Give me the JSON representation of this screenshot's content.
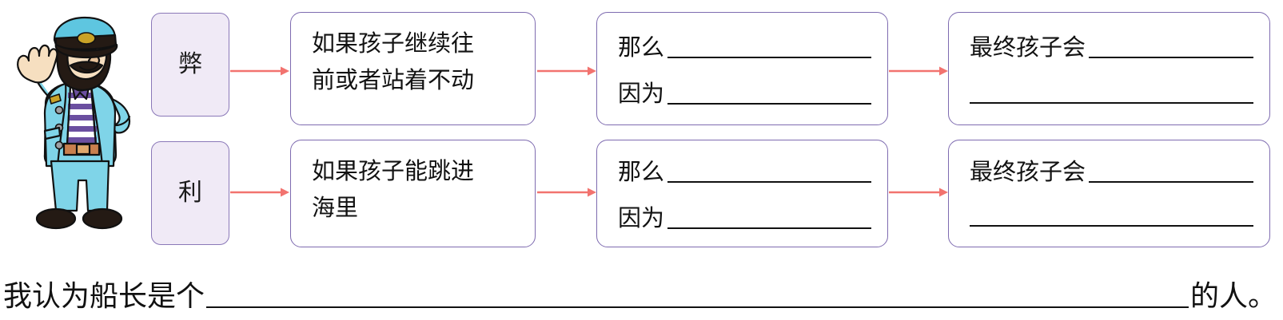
{
  "illustration": {
    "name": "cartoon-sea-captain",
    "description": "Cartoon sea captain in light blue uniform and cap, dark beard, waving one hand, striped shirt",
    "colors": {
      "uniform": "#7fd4e8",
      "uniform_shade": "#55b9d4",
      "cap": "#5ec6e0",
      "cap_brim": "#1b1b1b",
      "skin": "#f6dfc0",
      "beard": "#241a14",
      "shirt_stripe": "#6b4fa0",
      "belt": "#c97f4e",
      "shoes": "#241a14",
      "outline": "#111111"
    }
  },
  "flow": {
    "rows": [
      {
        "tag": "弊",
        "condition": "如果孩子继续往\n前或者站着不动",
        "result": {
          "lead1": "那么",
          "lead2": "因为"
        },
        "outcome": {
          "lead1": "最终孩子会",
          "has_second_rule": true
        }
      },
      {
        "tag": "利",
        "condition": "如果孩子能跳进\n海里",
        "result": {
          "lead1": "那么",
          "lead2": "因为"
        },
        "outcome": {
          "lead1": "最终孩子会",
          "has_second_rule": true
        }
      }
    ]
  },
  "bottom_sentence": {
    "lead": "我认为船长是个",
    "tail": "的人。"
  },
  "colors": {
    "box_border": "#7e6bb0",
    "tag_fill": "#f0eaf6",
    "arrow": "#f2736f",
    "rule": "#111111",
    "background": "#ffffff"
  }
}
